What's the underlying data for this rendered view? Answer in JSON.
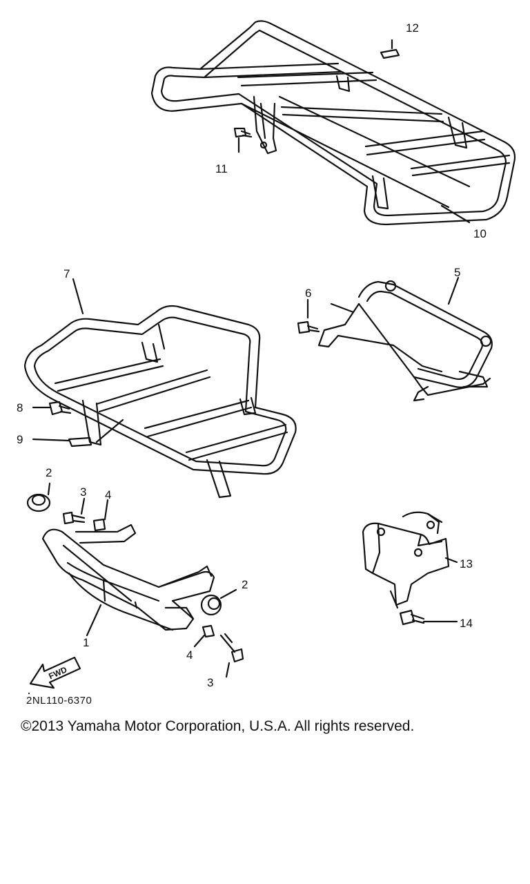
{
  "diagram": {
    "drawing_code": "2NL110-6370",
    "copyright": "©2013 Yamaha Motor Corporation, U.S.A. All rights reserved.",
    "fwd_label": "FWD",
    "callouts": {
      "c1": "1",
      "c2a": "2",
      "c2b": "2",
      "c3a": "3",
      "c3b": "3",
      "c4a": "4",
      "c4b": "4",
      "c5": "5",
      "c6": "6",
      "c7": "7",
      "c8": "8",
      "c9": "9",
      "c10": "10",
      "c11": "11",
      "c12": "12",
      "c13": "13",
      "c14": "14"
    }
  }
}
